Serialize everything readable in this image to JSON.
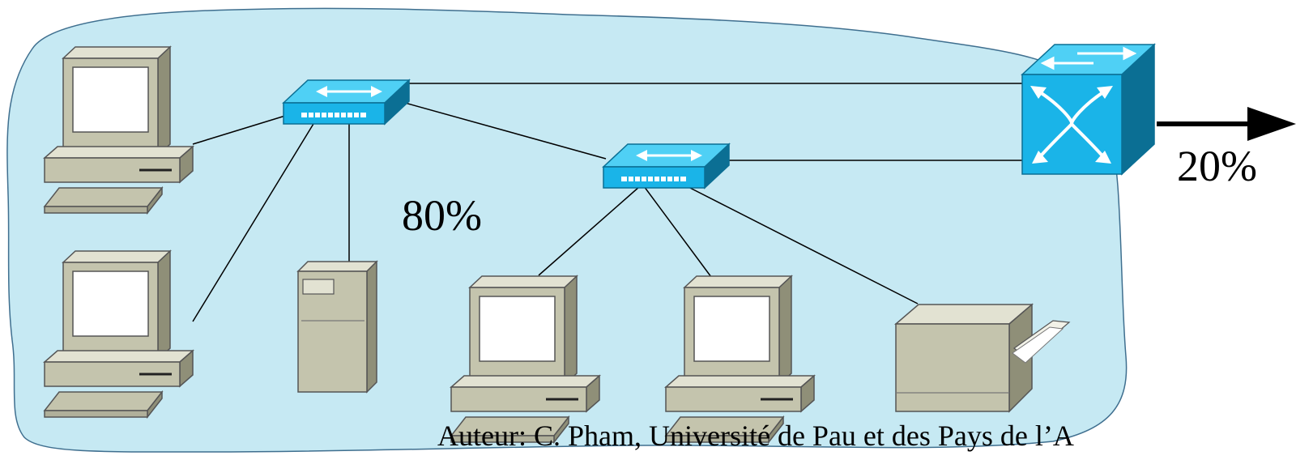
{
  "diagram": {
    "local_traffic_label": "80%",
    "external_traffic_label": "20%",
    "author_footer": "Auteur: C. Pham, Université de Pau et des Pays de l’A",
    "colors": {
      "lan_area": "#c6e9f3",
      "device_blue": "#1ab4e8",
      "device_dark_blue": "#0b6f94",
      "computer_beige": "#c4c4ad",
      "arrow": "#000000"
    },
    "icons": [
      "computer-icon",
      "hub-icon",
      "server-tower-icon",
      "printer-icon",
      "router-switch-icon",
      "arrow-icon"
    ]
  }
}
